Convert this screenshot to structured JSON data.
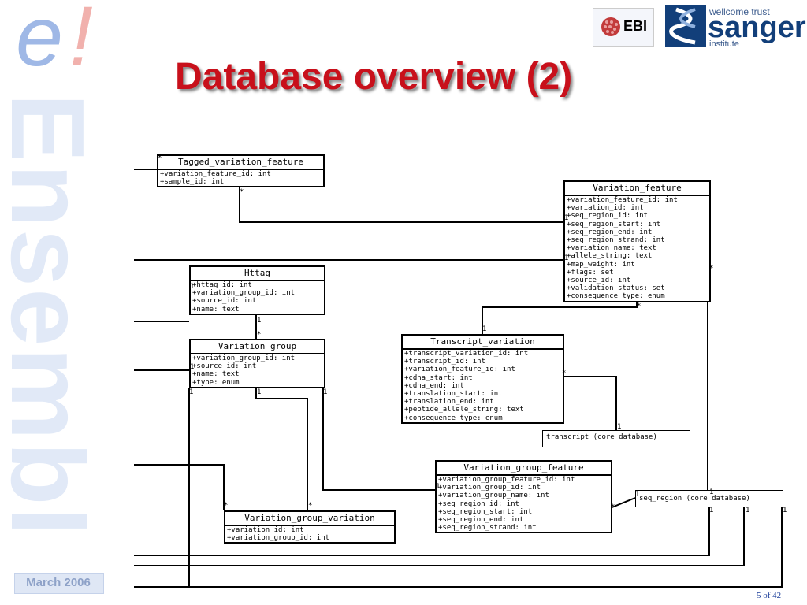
{
  "brand": {
    "logo_e": "e",
    "logo_bang": "!",
    "vertical_word": "Ensembl",
    "date": "March 2006"
  },
  "header": {
    "title": "Database overview (2)",
    "logo_ebi": "EBI",
    "logo_sanger_top": "wellcome trust",
    "logo_sanger_main": "sanger",
    "logo_sanger_bottom": "institute"
  },
  "colors": {
    "title": "#c8101b",
    "brand_blue": "#9fb8e6",
    "brand_red": "#f1b1ad",
    "sanger_blue": "#123f7a"
  },
  "diagram": {
    "tagged_variation_feature": {
      "name": "Tagged_variation_feature",
      "attrs": [
        "+variation_feature_id: int",
        "+sample_id: int"
      ]
    },
    "variation_feature": {
      "name": "Variation_feature",
      "attrs": [
        "+variation_feature_id: int",
        "+variation_id: int",
        "+seq_region_id: int",
        "+seq_region_start: int",
        "+seq_region_end: int",
        "+seq_region_strand: int",
        "+variation_name: text",
        "+allele_string: text",
        "+map_weight: int",
        "+flags: set",
        "+source_id: int",
        "+validation_status: set",
        "+consequence_type: enum"
      ]
    },
    "httag": {
      "name": "Httag",
      "attrs": [
        "+httag_id: int",
        "+variation_group_id: int",
        "+source_id: int",
        "+name: text"
      ]
    },
    "variation_group": {
      "name": "Variation_group",
      "attrs": [
        "+variation_group_id: int",
        "+source_id: int",
        "+name: text",
        "+type: enum"
      ]
    },
    "transcript_variation": {
      "name": "Transcript_variation",
      "attrs": [
        "+transcript_variation_id: int",
        "+transcript_id: int",
        "+variation_feature_id: int",
        "+cdna_start: int",
        "+cdna_end: int",
        "+translation_start: int",
        "+translation_end: int",
        "+peptide_allele_string: text",
        "+consequence_type: enum"
      ]
    },
    "variation_group_feature": {
      "name": "Variation_group_feature",
      "attrs": [
        "+variation_group_feature_id: int",
        "+variation_group_id: int",
        "+variation_group_name: int",
        "+seq_region_id: int",
        "+seq_region_start: int",
        "+seq_region_end: int",
        "+seq_region_strand: int"
      ]
    },
    "variation_group_variation": {
      "name": "Variation_group_variation",
      "attrs": [
        "+variation_id: int",
        "+variation_group_id: int"
      ]
    },
    "note_transcript": "transcript (core database)",
    "note_seq_region": "seq_region (core database)",
    "multiplicity": {
      "one": "1",
      "many": "*"
    }
  },
  "footer": {
    "page": "5 of 42"
  }
}
